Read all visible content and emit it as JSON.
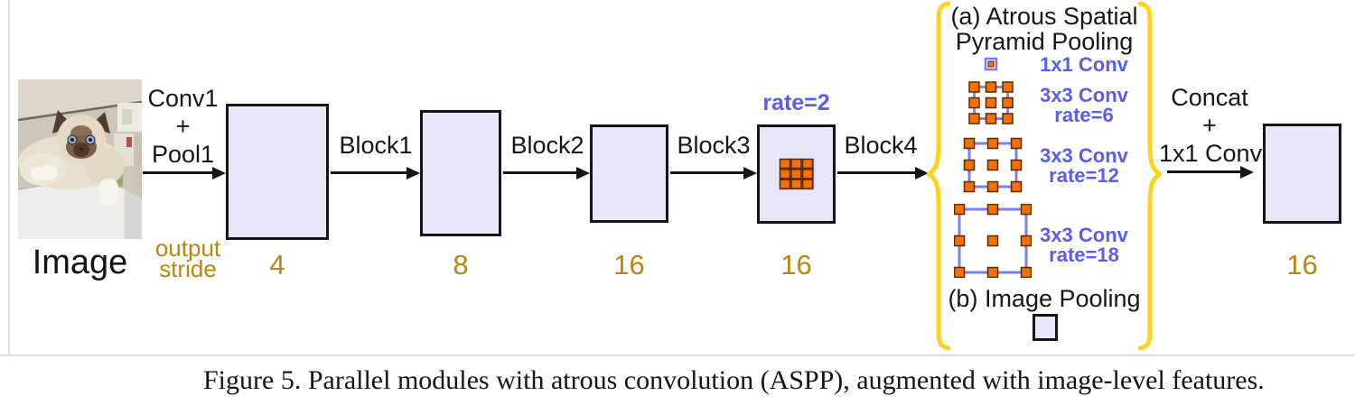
{
  "pipeline": {
    "image_label": "Image",
    "conv1_lines": [
      "Conv1",
      "+",
      "Pool1"
    ],
    "block_labels": [
      "Block1",
      "Block2",
      "Block3",
      "Block4"
    ],
    "rate_label": "rate=2",
    "output_stride_lines": [
      "output",
      "stride"
    ],
    "stride_values": [
      "4",
      "8",
      "16",
      "16"
    ],
    "final_stride": "16",
    "concat_lines": [
      "Concat",
      "+",
      "1x1 Conv"
    ]
  },
  "aspp": {
    "title_lines": [
      "(a) Atrous Spatial",
      "Pyramid Pooling"
    ],
    "branches": [
      {
        "line1": "1x1 Conv",
        "line2": ""
      },
      {
        "line1": "3x3 Conv",
        "line2": "rate=6"
      },
      {
        "line1": "3x3 Conv",
        "line2": "rate=12"
      },
      {
        "line1": "3x3 Conv",
        "line2": "rate=18"
      }
    ],
    "image_pooling_label": "(b) Image Pooling"
  },
  "caption": "Figure 5. Parallel modules with atrous convolution (ASPP), augmented with image-level features.",
  "colors": {
    "block_fill": "#e6e6f8",
    "block_border": "#141414",
    "atrous_square_fill": "#f87000",
    "atrous_square_stroke": "#552a00",
    "atrous_grid_blue": "#7d7df2",
    "blue_text": "#5b5bee",
    "brace_gold": "#ffd21e",
    "stride_text": "#b8860b"
  }
}
